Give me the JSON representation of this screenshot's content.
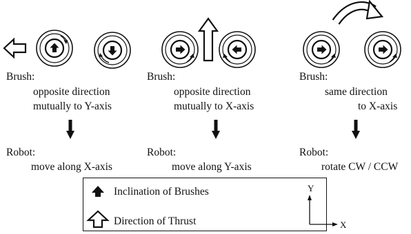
{
  "panels": [
    {
      "brush_heading": "Brush:",
      "brush_line1": "opposite direction",
      "brush_line2": "mutually to Y-axis",
      "robot_heading": "Robot:",
      "robot_line": "move along X-axis"
    },
    {
      "brush_heading": "Brush:",
      "brush_line1": "opposite direction",
      "brush_line2": "mutually to X-axis",
      "robot_heading": "Robot:",
      "robot_line": "move along Y-axis"
    },
    {
      "brush_heading": "Brush:",
      "brush_line1": "same direction",
      "brush_line2": "to X-axis",
      "robot_heading": "Robot:",
      "robot_line": "rotate CW / CCW"
    }
  ],
  "legend": {
    "inclination_label": "Inclination of Brushes",
    "thrust_label": "Direction of Thrust",
    "y_axis_label": "Y",
    "x_axis_label": "X"
  },
  "colors": {
    "ink": "#111111",
    "background": "#ffffff"
  }
}
